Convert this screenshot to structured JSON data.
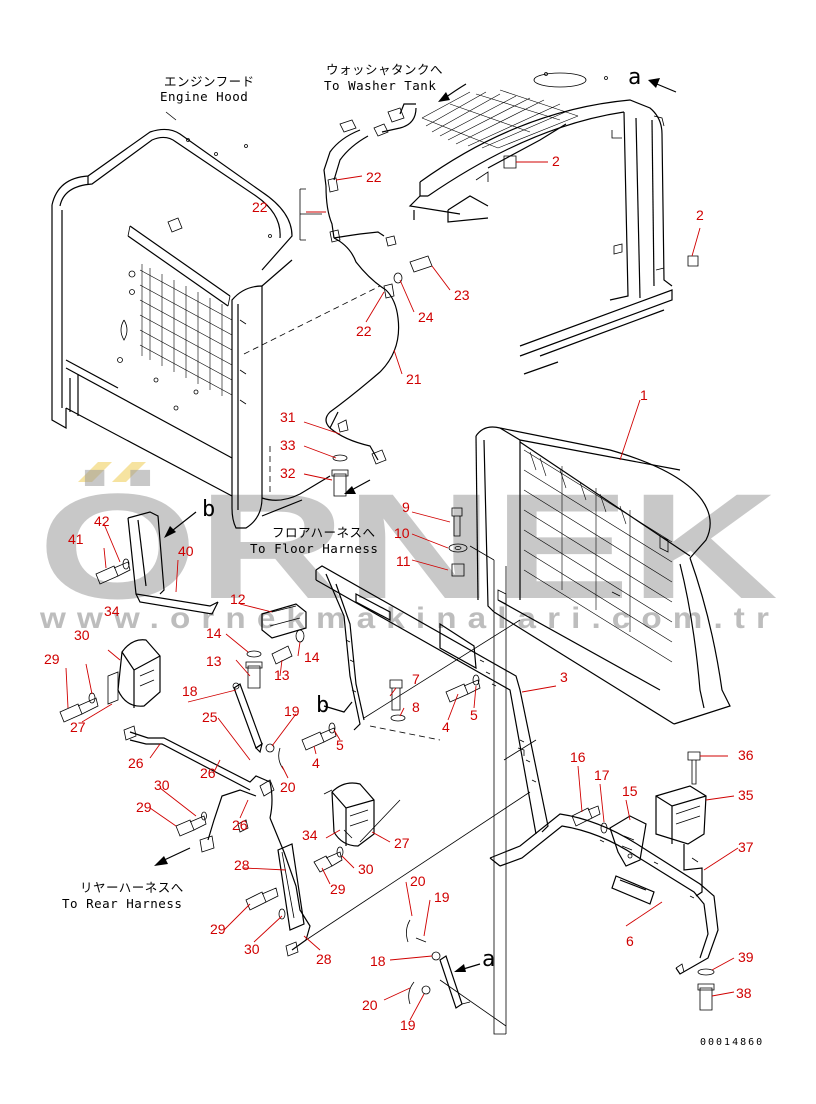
{
  "labels": {
    "engine_hood_jp": "エンジンフード",
    "engine_hood_en": "Engine Hood",
    "washer_tank_jp": "ウォッシャタンクへ",
    "washer_tank_en": "To Washer Tank",
    "floor_harness_jp": "フロアハーネスへ",
    "floor_harness_en": "To Floor Harness",
    "rear_harness_jp": "リヤーハーネスへ",
    "rear_harness_en": "To Rear Harness",
    "view_a_top": "a",
    "view_a_bottom": "a",
    "view_b_top": "b",
    "view_b_mid": "b"
  },
  "document_number": "00014860",
  "watermark": {
    "brand": "ÖRNEK",
    "url": "www.ornekmakinalari.com.tr"
  },
  "colors": {
    "callout": "#d00000",
    "watermark": "#9a9a9a",
    "watermark_accent": "#f0d060",
    "line": "#000000"
  },
  "parts": [
    {
      "id": "p1",
      "no": "1"
    },
    {
      "id": "p2a",
      "no": "2"
    },
    {
      "id": "p2b",
      "no": "2"
    },
    {
      "id": "p3",
      "no": "3"
    },
    {
      "id": "p4a",
      "no": "4"
    },
    {
      "id": "p4b",
      "no": "4"
    },
    {
      "id": "p5a",
      "no": "5"
    },
    {
      "id": "p5b",
      "no": "5"
    },
    {
      "id": "p6",
      "no": "6"
    },
    {
      "id": "p7",
      "no": "7"
    },
    {
      "id": "p8",
      "no": "8"
    },
    {
      "id": "p9",
      "no": "9"
    },
    {
      "id": "p10",
      "no": "10"
    },
    {
      "id": "p11",
      "no": "11"
    },
    {
      "id": "p12",
      "no": "12"
    },
    {
      "id": "p13a",
      "no": "13"
    },
    {
      "id": "p13b",
      "no": "13"
    },
    {
      "id": "p14a",
      "no": "14"
    },
    {
      "id": "p14b",
      "no": "14"
    },
    {
      "id": "p15",
      "no": "15"
    },
    {
      "id": "p16",
      "no": "16"
    },
    {
      "id": "p17",
      "no": "17"
    },
    {
      "id": "p18a",
      "no": "18"
    },
    {
      "id": "p18b",
      "no": "18"
    },
    {
      "id": "p19a",
      "no": "19"
    },
    {
      "id": "p19b",
      "no": "19"
    },
    {
      "id": "p19c",
      "no": "19"
    },
    {
      "id": "p20a",
      "no": "20"
    },
    {
      "id": "p20b",
      "no": "20"
    },
    {
      "id": "p20c",
      "no": "20"
    },
    {
      "id": "p21",
      "no": "21"
    },
    {
      "id": "p22a",
      "no": "22"
    },
    {
      "id": "p22b",
      "no": "22"
    },
    {
      "id": "p22c",
      "no": "22"
    },
    {
      "id": "p23",
      "no": "23"
    },
    {
      "id": "p24",
      "no": "24"
    },
    {
      "id": "p25",
      "no": "25"
    },
    {
      "id": "p26a",
      "no": "26"
    },
    {
      "id": "p26b",
      "no": "26"
    },
    {
      "id": "p26c",
      "no": "26"
    },
    {
      "id": "p27a",
      "no": "27"
    },
    {
      "id": "p27b",
      "no": "27"
    },
    {
      "id": "p28a",
      "no": "28"
    },
    {
      "id": "p28b",
      "no": "28"
    },
    {
      "id": "p29a",
      "no": "29"
    },
    {
      "id": "p29b",
      "no": "29"
    },
    {
      "id": "p29c",
      "no": "29"
    },
    {
      "id": "p29d",
      "no": "29"
    },
    {
      "id": "p30a",
      "no": "30"
    },
    {
      "id": "p30b",
      "no": "30"
    },
    {
      "id": "p30c",
      "no": "30"
    },
    {
      "id": "p30d",
      "no": "30"
    },
    {
      "id": "p31",
      "no": "31"
    },
    {
      "id": "p32",
      "no": "32"
    },
    {
      "id": "p33",
      "no": "33"
    },
    {
      "id": "p34a",
      "no": "34"
    },
    {
      "id": "p34b",
      "no": "34"
    },
    {
      "id": "p35",
      "no": "35"
    },
    {
      "id": "p36",
      "no": "36"
    },
    {
      "id": "p37",
      "no": "37"
    },
    {
      "id": "p38",
      "no": "38"
    },
    {
      "id": "p39",
      "no": "39"
    },
    {
      "id": "p40",
      "no": "40"
    },
    {
      "id": "p41",
      "no": "41"
    },
    {
      "id": "p42",
      "no": "42"
    }
  ]
}
